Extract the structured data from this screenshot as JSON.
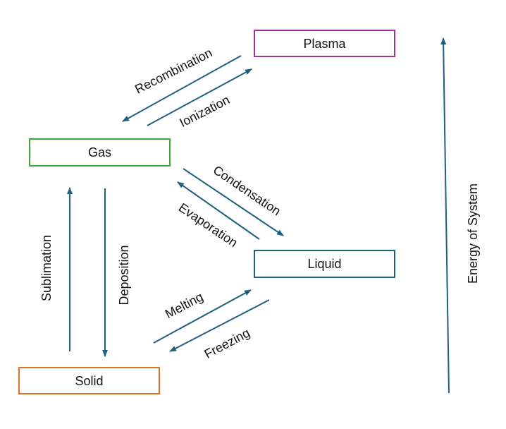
{
  "colors": {
    "arrow": "#1f5f7f",
    "plasma_border": "#a0309a",
    "gas_border": "#3aa83a",
    "liquid_border": "#1f5f7f",
    "solid_border": "#e0702a"
  },
  "states": {
    "plasma": "Plasma",
    "gas": "Gas",
    "liquid": "Liquid",
    "solid": "Solid"
  },
  "transitions": {
    "recombination": "Recombination",
    "ionization": "Ionization",
    "condensation": "Condensation",
    "evaporation": "Evaporation",
    "sublimation": "Sublimation",
    "deposition": "Deposition",
    "melting": "Melting",
    "freezing": "Freezing"
  },
  "energy_axis": {
    "label": "Energy of System"
  }
}
